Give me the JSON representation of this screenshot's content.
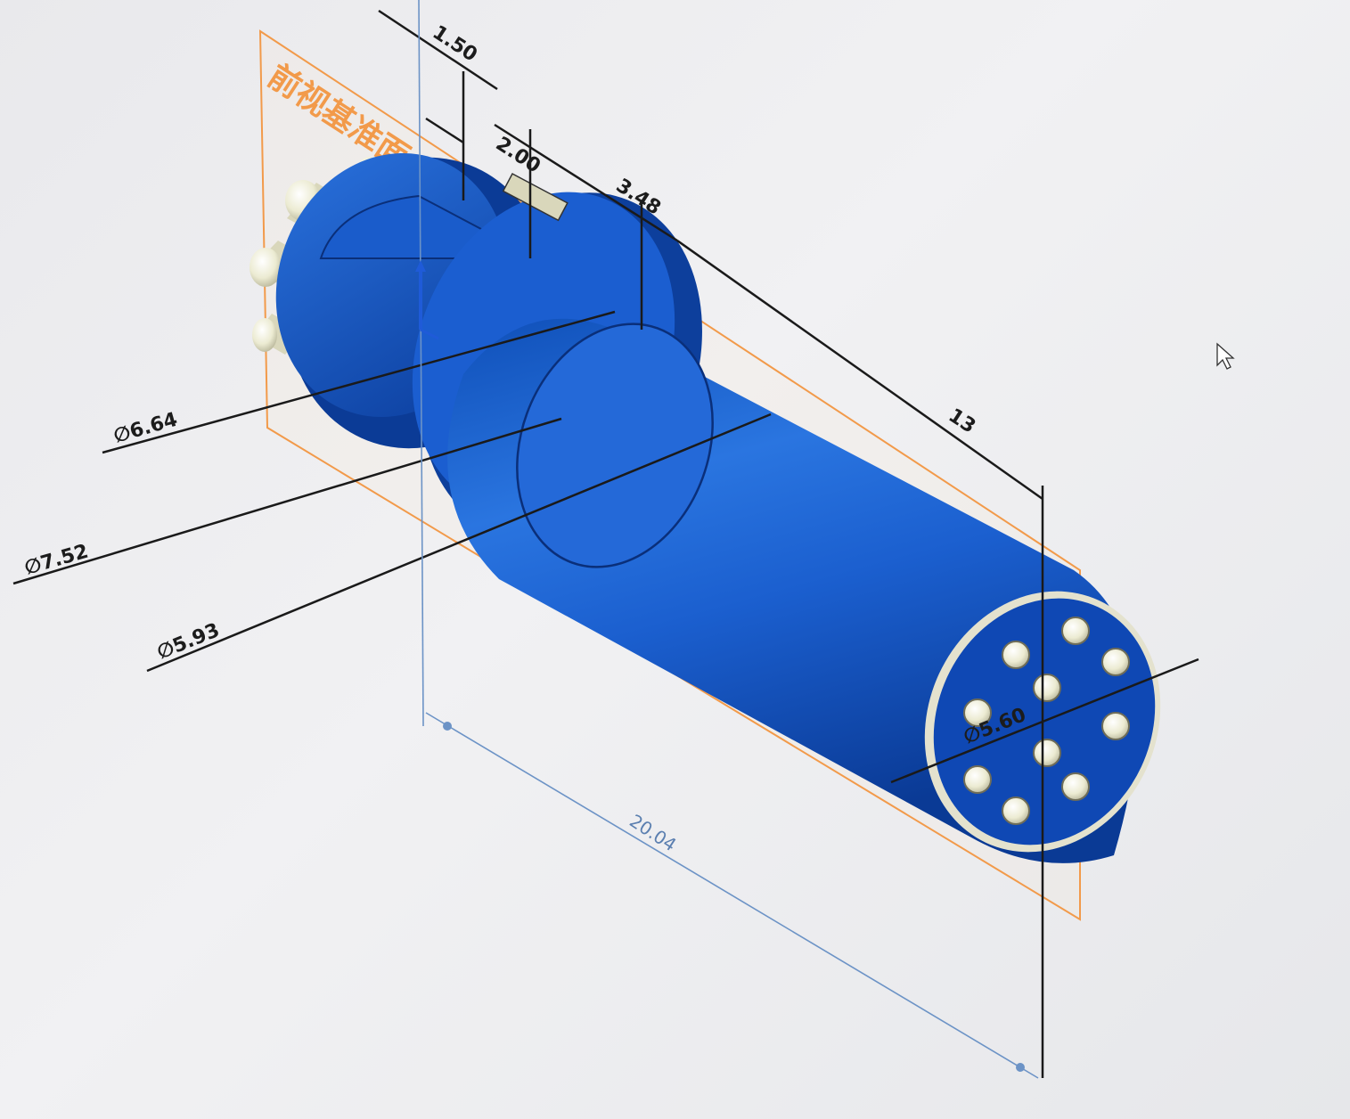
{
  "plane": {
    "label": "前视基准面",
    "color": "#f29a4a"
  },
  "dimensions": {
    "d_1": "1.50",
    "d_2": "2.00",
    "d_3": "3.48",
    "d_4": "13",
    "d_5": "∅6.64",
    "d_6": "∅7.52",
    "d_7": "∅5.93",
    "d_8": "∅5.60",
    "d_9": "20.04"
  },
  "colors": {
    "body": "#1f63d0",
    "body_dark": "#0d3f9c",
    "body_light": "#3f86ee",
    "pin": "#ecebd2",
    "dimension": "#1a1a1a",
    "dimension_blue": "#6c93c6"
  },
  "icons": {
    "cursor": "mouse-pointer-icon",
    "axis": "triad-axis-icon"
  }
}
